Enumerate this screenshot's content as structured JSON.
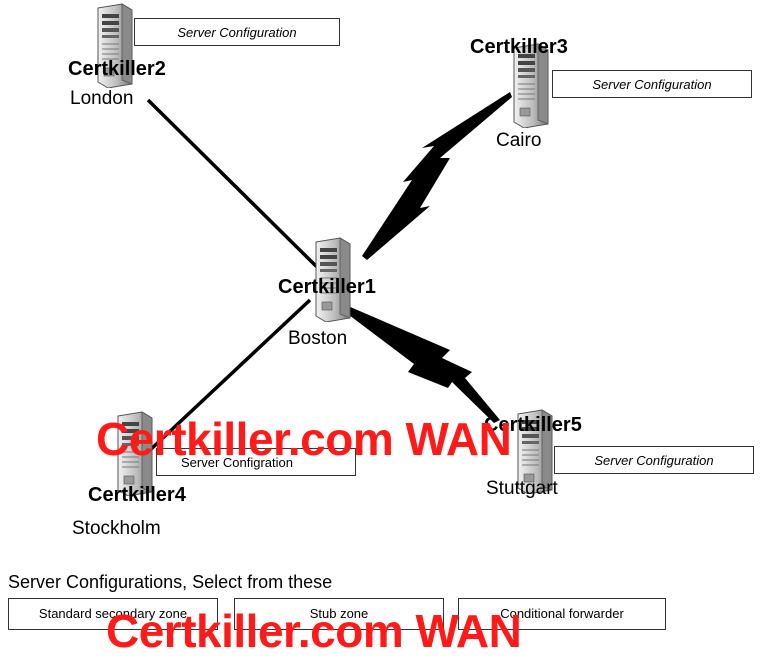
{
  "servers": [
    {
      "id": "certkiller1",
      "name": "Certkiller1",
      "city": "Boston"
    },
    {
      "id": "certkiller2",
      "name": "Certkiller2",
      "city": "London"
    },
    {
      "id": "certkiller3",
      "name": "Certkiller3",
      "city": "Cairo"
    },
    {
      "id": "certkiller4",
      "name": "Certkiller4",
      "city": "Stockholm"
    },
    {
      "id": "certkiller5",
      "name": "Certkiller5",
      "city": "Stuttgart"
    }
  ],
  "config_boxes": {
    "certkiller2": "Server Configuration",
    "certkiller3": "Server Configuration",
    "certkiller4": "Server Configration",
    "certkiller5": "Server Configuration"
  },
  "options_title": "Server Configurations, Select from these",
  "options": [
    "Standard secondary zone",
    "Stub zone",
    "Conditional forwarder"
  ],
  "watermark": "Certkiller.com WAN",
  "colors": {
    "watermark": "#ff1a1a",
    "line": "#000000"
  }
}
